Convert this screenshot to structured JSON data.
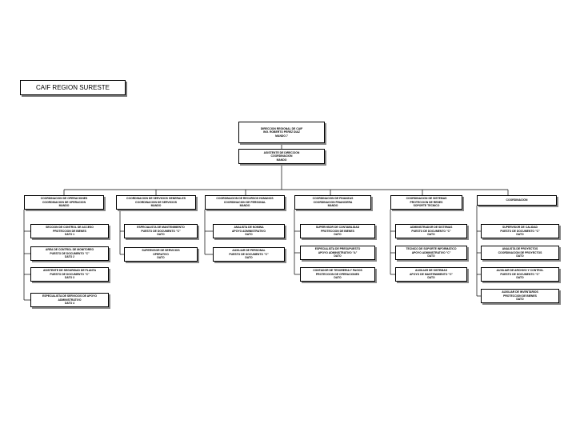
{
  "title": "CAIF REGION SURESTE",
  "director": {
    "lines": [
      "DIRECCION REGIONAL DE CAIF",
      "ING. ROBERTO PEREZ DIAZ",
      "MANDO 7"
    ]
  },
  "secretary": {
    "lines": [
      "ASISTENTE DE DIRECCION",
      "COORDINACION",
      "MANDO"
    ]
  },
  "columns": [
    {
      "head": [
        "COORDINACION DE OPERACIONES",
        "COORDINACION DE OPERACION",
        "MANDO"
      ],
      "children": [
        [
          "SECCION DE CONTROL DE ACCESO",
          "PROTECCION DE BIENES",
          "DATO 1"
        ],
        [
          "AREA DE CONTROL DE MONITOREO",
          "PUESTO DE DOCUMENTO \"C\"",
          "DATO 2"
        ],
        [
          "ASISTENTE DE SEGURIDAD DE PLANTA",
          "PUESTO DE DOCUMENTO \"C\"",
          "DATO 3"
        ],
        [
          "ESPECIALISTA DE SERVICIOS DE APOYO",
          "ADMINISTRATIVO",
          "DATO 4"
        ]
      ]
    },
    {
      "head": [
        "COORDINACION DE SERVICIOS GENERALES",
        "COORDINACION DE SERVICIOS",
        "MANDO"
      ],
      "children": [
        [
          "ESPECIALISTA DE MANTENIMIENTO",
          "PUESTO DE DOCUMENTO \"C\"",
          "DATO"
        ],
        [
          "SUPERVISOR DE SERVICIOS",
          "OPERATIVO",
          "DATO"
        ]
      ]
    },
    {
      "head": [
        "COORDINACION DE RECURSOS HUMANOS",
        "COORDINACION DE PERSONAL",
        "MANDO"
      ],
      "children": [
        [
          "ANALISTA DE NOMINA",
          "APOYO ADMINISTRATIVO",
          "DATO"
        ],
        [
          "AUXILIAR DE PERSONAL",
          "PUESTO DE DOCUMENTO \"C\"",
          "DATO"
        ]
      ]
    },
    {
      "head": [
        "COORDINACION DE FINANZAS",
        "COORDINACION FINANCIERA",
        "MANDO"
      ],
      "children": [
        [
          "SUPERVISOR DE CONTABILIDAD",
          "PROTECCION DE BIENES",
          "DATO"
        ],
        [
          "ESPECIALISTA DE PRESUPUESTO",
          "APOYO ADMINISTRATIVO \"A\"",
          "DATO"
        ],
        [
          "CONTADOR DE TESORERIA Y PAGOS",
          "PROTECCION DE OPERACIONES",
          "DATO"
        ]
      ]
    },
    {
      "head": [
        "COORDINACION DE SISTEMAS",
        "PROTECCION DE REDES",
        "SOPORTE TECNICO"
      ],
      "children": [
        [
          "ADMINISTRADOR DE SISTEMAS",
          "PUESTO DE DOCUMENTO \"C\"",
          "DATO"
        ],
        [
          "TECNICO DE SOPORTE INFORMATICO",
          "APOYO ADMINISTRATIVO \"C\"",
          "DATO"
        ],
        [
          "AUXILIAR DE SISTEMAS",
          "APOYO DE MANTENIMIENTO \"C\"",
          "DATO"
        ]
      ]
    },
    {
      "head": [
        "COORDINACION"
      ],
      "children": [
        [
          "SUPERVISOR DE CALIDAD",
          "PUESTO DE DOCUMENTO \"C\"",
          "DATO"
        ],
        [
          "ANALISTA DE PROYECTOS",
          "COORDINACION DE PROYECTOS",
          "DATO"
        ],
        [
          "AUXILIAR DE ARCHIVO Y CONTROL",
          "PUESTO DE DOCUMENTO \"C\"",
          "DATO"
        ],
        [
          "AUXILIAR DE INVENTARIOS",
          "PROTECCION DE BIENES",
          "DATO"
        ]
      ]
    }
  ]
}
